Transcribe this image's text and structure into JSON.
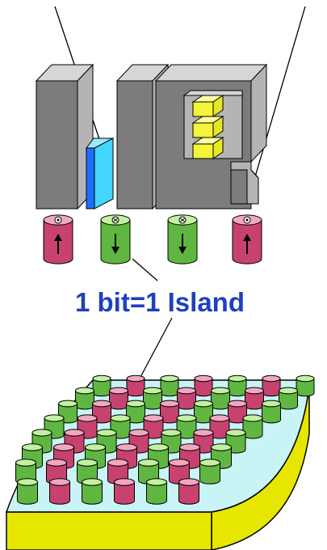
{
  "caption": "1 bit=1 Island",
  "colors": {
    "caption": "#1f3fbf",
    "head_front": "#7c7c7c",
    "head_side": "#b4b4b4",
    "head_top": "#d6d6d6",
    "read_element": "#1e6fff",
    "read_element_side": "#43d6ff",
    "coil": "#f4f43a",
    "island_red": "#c7426e",
    "island_red_top": "#f2a7c1",
    "island_green": "#5fb641",
    "island_green_top": "#c2f2a1",
    "substrate_top": "#c9f4f6",
    "substrate_edge": "#e6e600",
    "outline": "#000000"
  },
  "bit_magnets": [
    {
      "color": "red",
      "arrow": "up"
    },
    {
      "color": "green",
      "arrow": "down"
    },
    {
      "color": "green",
      "arrow": "down"
    },
    {
      "color": "red",
      "arrow": "up"
    }
  ],
  "icons": [
    "read-head-icon",
    "write-head-icon",
    "coil-icon",
    "magnetization-arrow-icon"
  ]
}
